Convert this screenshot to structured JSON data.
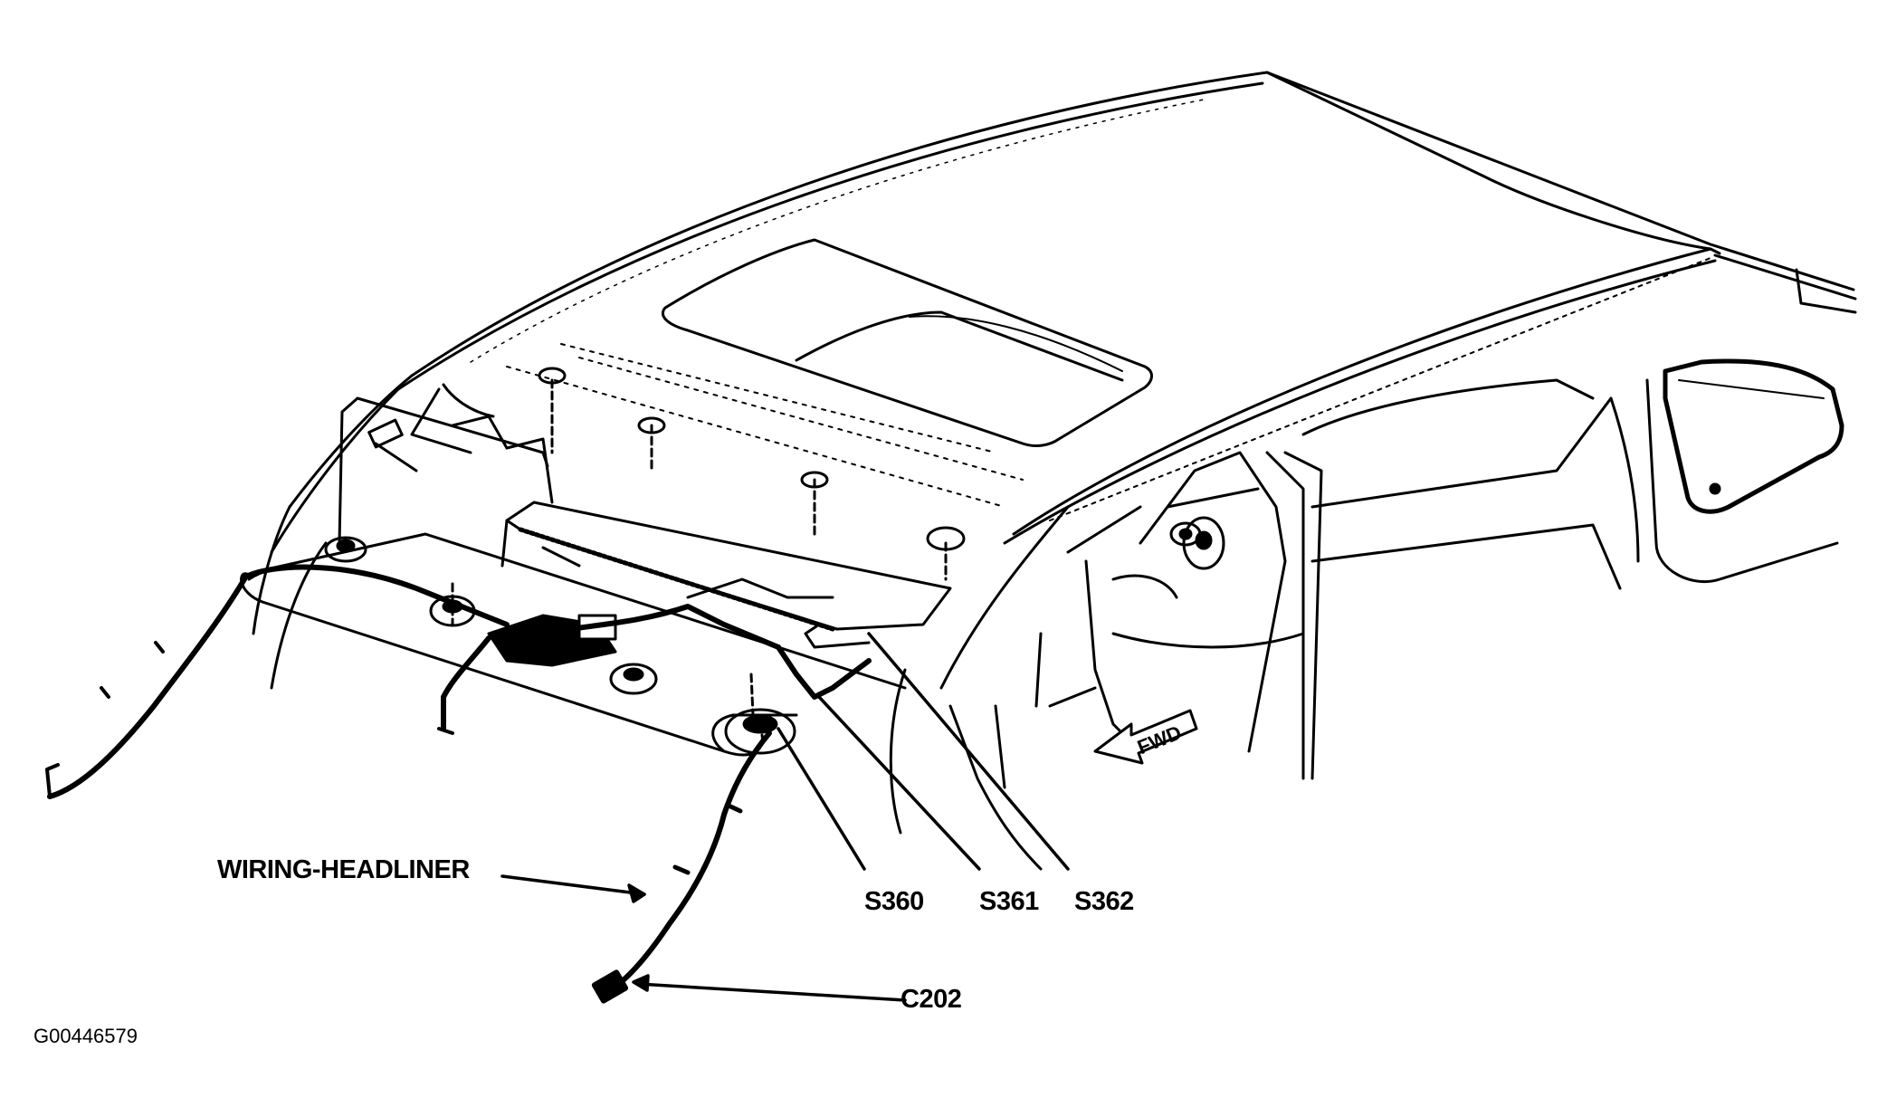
{
  "diagram": {
    "figure_id": "G00446579",
    "forward_arrow_label": "FWD",
    "labels": {
      "wiring_headliner": "WIRING-HEADLINER",
      "c202": "C202",
      "s360": "S360",
      "s361": "S361",
      "s362": "S362"
    },
    "line_color": "#000000",
    "background_color": "#ffffff"
  }
}
